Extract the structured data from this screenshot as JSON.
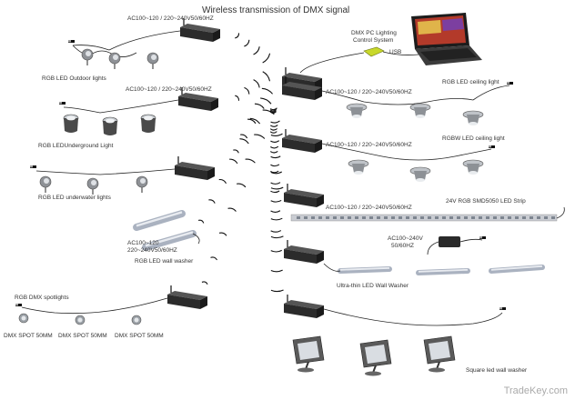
{
  "title": "Wireless transmission of DMX signal",
  "watermark": "TradeKey.com",
  "controller": {
    "label_line1": "DMX PC Lighting",
    "label_line2": "Control System",
    "usb_label": "USB"
  },
  "left_groups": [
    {
      "power": "AC100~120 / 220~240V50/60HZ",
      "name": "RGB LED Outdoor lights"
    },
    {
      "power": "AC100~120 / 220~240V50/60HZ",
      "name": "RGB LEDUnderground Light"
    },
    {
      "power": "",
      "name": "RGB LED underwater lights"
    },
    {
      "power_line1": "AC100~120",
      "power_line2": "220~240V50/60HZ",
      "name": "RGB LED wall washer"
    },
    {
      "power": "",
      "name": "RGB DMX spotlights",
      "spots": [
        "DMX SPOT 50MM",
        "DMX SPOT 50MM",
        "DMX SPOT 50MM"
      ]
    }
  ],
  "right_groups": [
    {
      "power": "AC100~120 / 220~240V50/60HZ",
      "name": "RGB LED ceiling light"
    },
    {
      "power": "AC100~120 / 220~240V50/60HZ",
      "name": "RGBW LED ceiling light"
    },
    {
      "power": "AC100~120 / 220~240V50/60HZ",
      "name": "24V RGB SMD5050  LED Strip"
    },
    {
      "adapter_line1": "AC100~240V",
      "adapter_line2": "50/60HZ",
      "name": "Ultra-thin LED Wall Washer"
    },
    {
      "name": "Square led wall washer"
    }
  ],
  "icons": {
    "driver": "dmx-driver-box-icon",
    "laptop": "laptop-icon",
    "usb_dongle": "usb-dmx-dongle-icon",
    "spotlight": "spike-spotlight-icon",
    "underground": "inground-light-icon",
    "downlight": "ceiling-downlight-icon",
    "floodlight": "floodlight-icon",
    "plug": "power-plug-icon",
    "adapter": "power-adapter-icon",
    "wireless": "wireless-signal-icon"
  },
  "colors": {
    "driver": "#2b2b2b",
    "wire": "#222222",
    "signal": "#111111",
    "dongle": "#c8d82a",
    "strip": "#c9ccd2",
    "washer": "#aab2c0",
    "flood_body": "#5a5a5a",
    "flood_lens": "#d9dde2"
  }
}
